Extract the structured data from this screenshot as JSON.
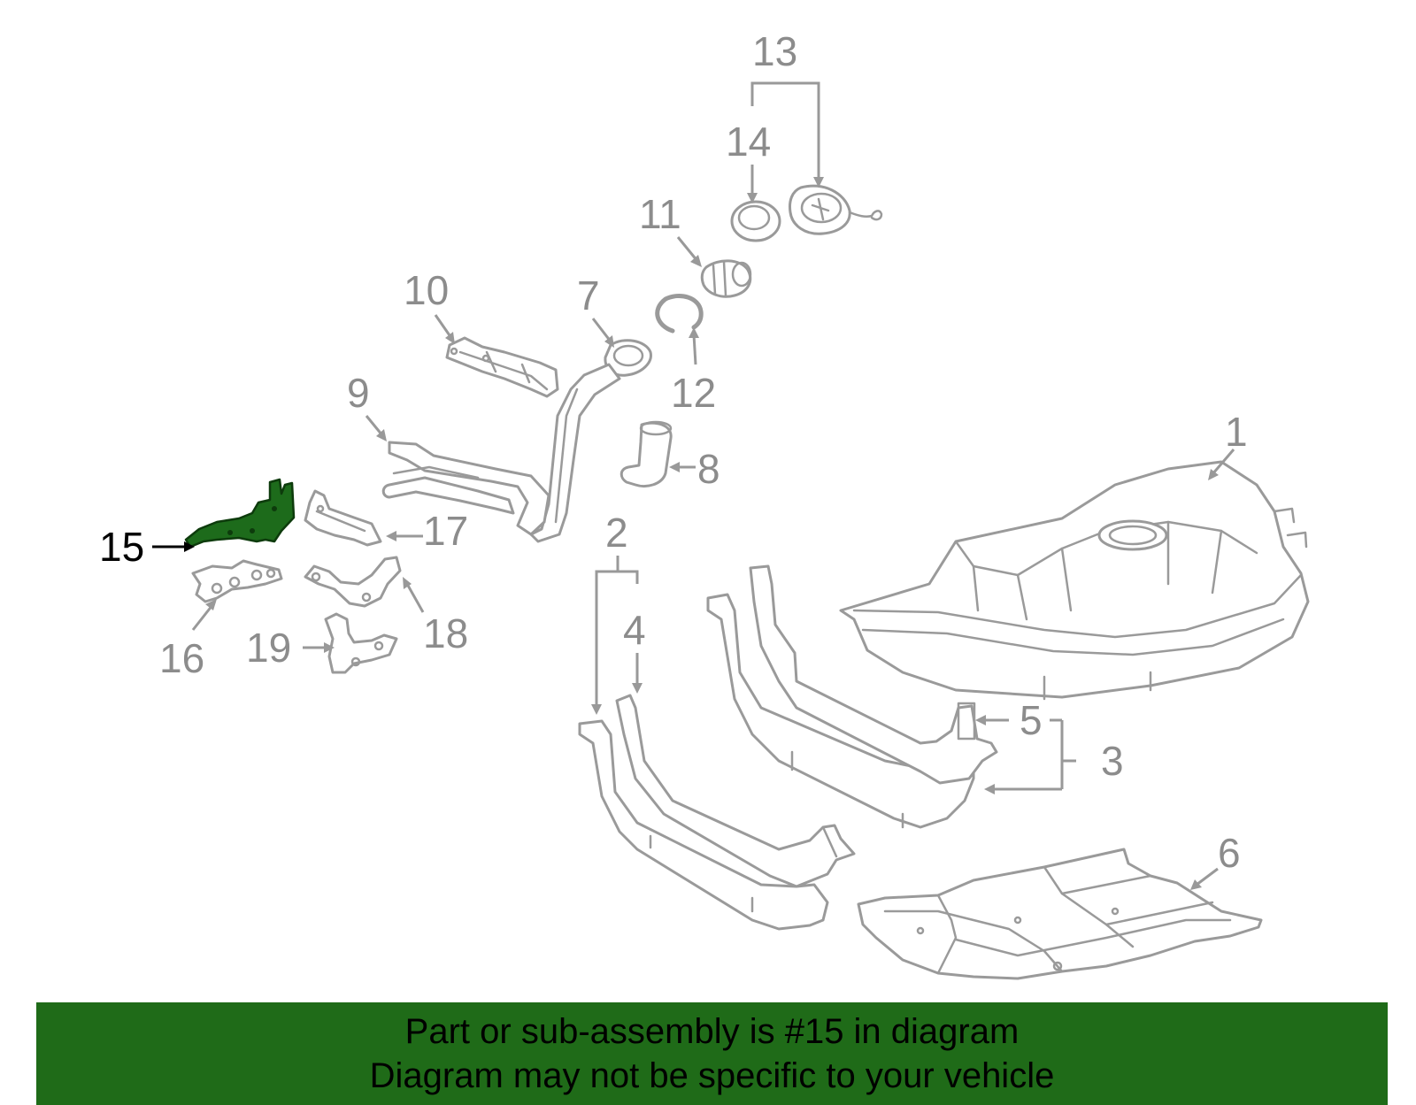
{
  "colors": {
    "banner_background": "#1f6b18",
    "highlight_part": "#1d6b1b",
    "part_outline": "#9a9a9a",
    "callout_gray": "#8c8c8c"
  },
  "callouts": {
    "c1": "1",
    "c2": "2",
    "c3": "3",
    "c4": "4",
    "c5": "5",
    "c6": "6",
    "c7": "7",
    "c8": "8",
    "c9": "9",
    "c10": "10",
    "c11": "11",
    "c12": "12",
    "c13": "13",
    "c14": "14",
    "c15": "15",
    "c16": "16",
    "c17": "17",
    "c18": "18",
    "c19": "19"
  },
  "highlighted_callout": "15",
  "banner": {
    "line1": "Part or sub-assembly is #15 in diagram",
    "line2": "Diagram may not be specific to your vehicle"
  }
}
